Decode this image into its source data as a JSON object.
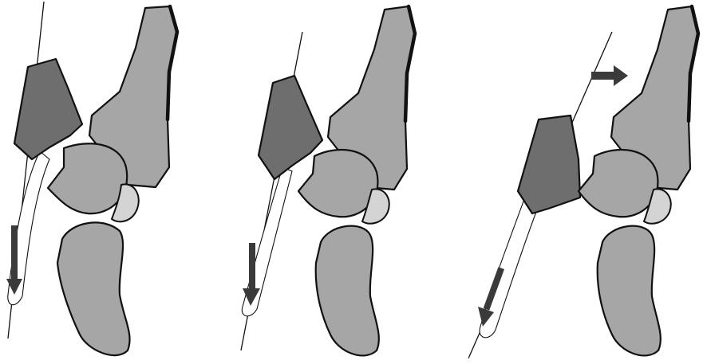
{
  "colors": {
    "outline": "#111111",
    "dark_bone": "#6e6e6e",
    "mid_bone": "#a6a6a6",
    "light_bone": "#d4d4d4",
    "arrow": "#3a3a3a",
    "background": "#ffffff"
  },
  "panels": [
    {
      "id": "panel-1",
      "arrow_right": false,
      "scaphoid_shift": 0
    },
    {
      "id": "panel-2",
      "arrow_right": false,
      "scaphoid_shift": 0
    },
    {
      "id": "panel-3",
      "arrow_right": true,
      "scaphoid_shift": 1
    }
  ]
}
